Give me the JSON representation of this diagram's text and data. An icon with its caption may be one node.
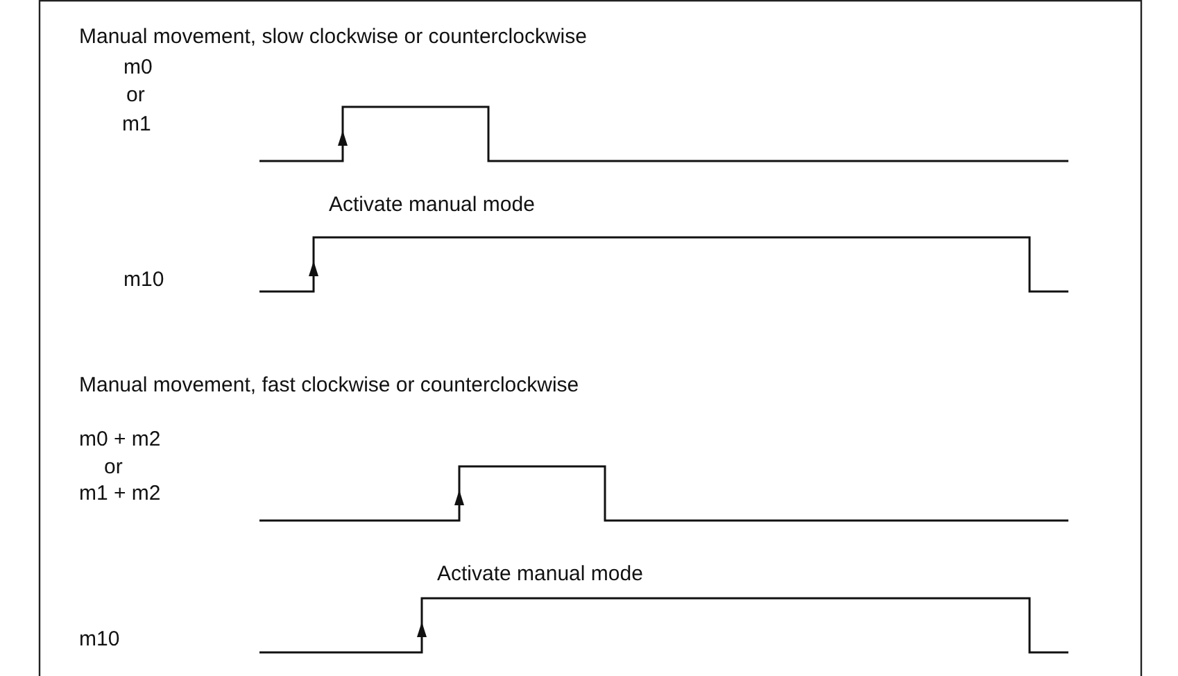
{
  "diagram": {
    "labels": [
      "Manual movement, slow clockwise or counterclockwise",
      "m0",
      "or",
      "m1",
      "Activate manual mode",
      "m10",
      "Manual movement, fast clockwise or counterclockwise",
      "m0 + m2",
      "or",
      "m1 + m2",
      "Activate manual mode",
      "m10"
    ]
  }
}
